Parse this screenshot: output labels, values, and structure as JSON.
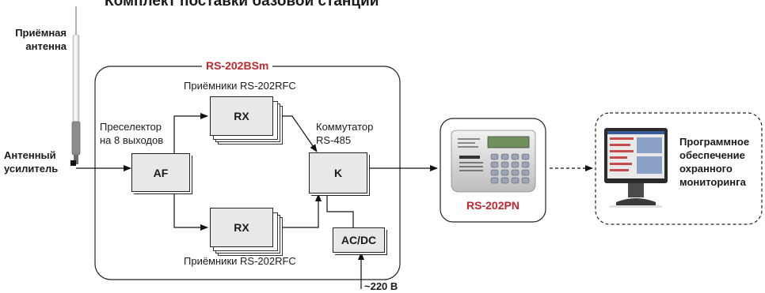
{
  "title": "Комплект поставки базовой станции",
  "antenna_label": [
    "Приёмная",
    "антенна"
  ],
  "amplifier_label": [
    "Антенный",
    "усилитель"
  ],
  "base_station_name": "RS-202BSm",
  "receivers_top_label": "Приёмники RS-202RFC",
  "receivers_bottom_label": "Приёмники RS-202RFC",
  "preselector_label": [
    "Преселектор",
    "на 8 выходов"
  ],
  "switch_label": [
    "Коммутатор",
    "RS-485"
  ],
  "af_block": "AF",
  "rx_top_block": "RX",
  "rx_bottom_block": "RX",
  "k_block": "K",
  "acdc_block": "AC/DC",
  "power_label": "~220 В",
  "panel_name": "RS-202PN",
  "software_label": [
    "Программное",
    "обеспечение",
    "охранного",
    "мониторинга"
  ],
  "accent_color": "#c0272d"
}
